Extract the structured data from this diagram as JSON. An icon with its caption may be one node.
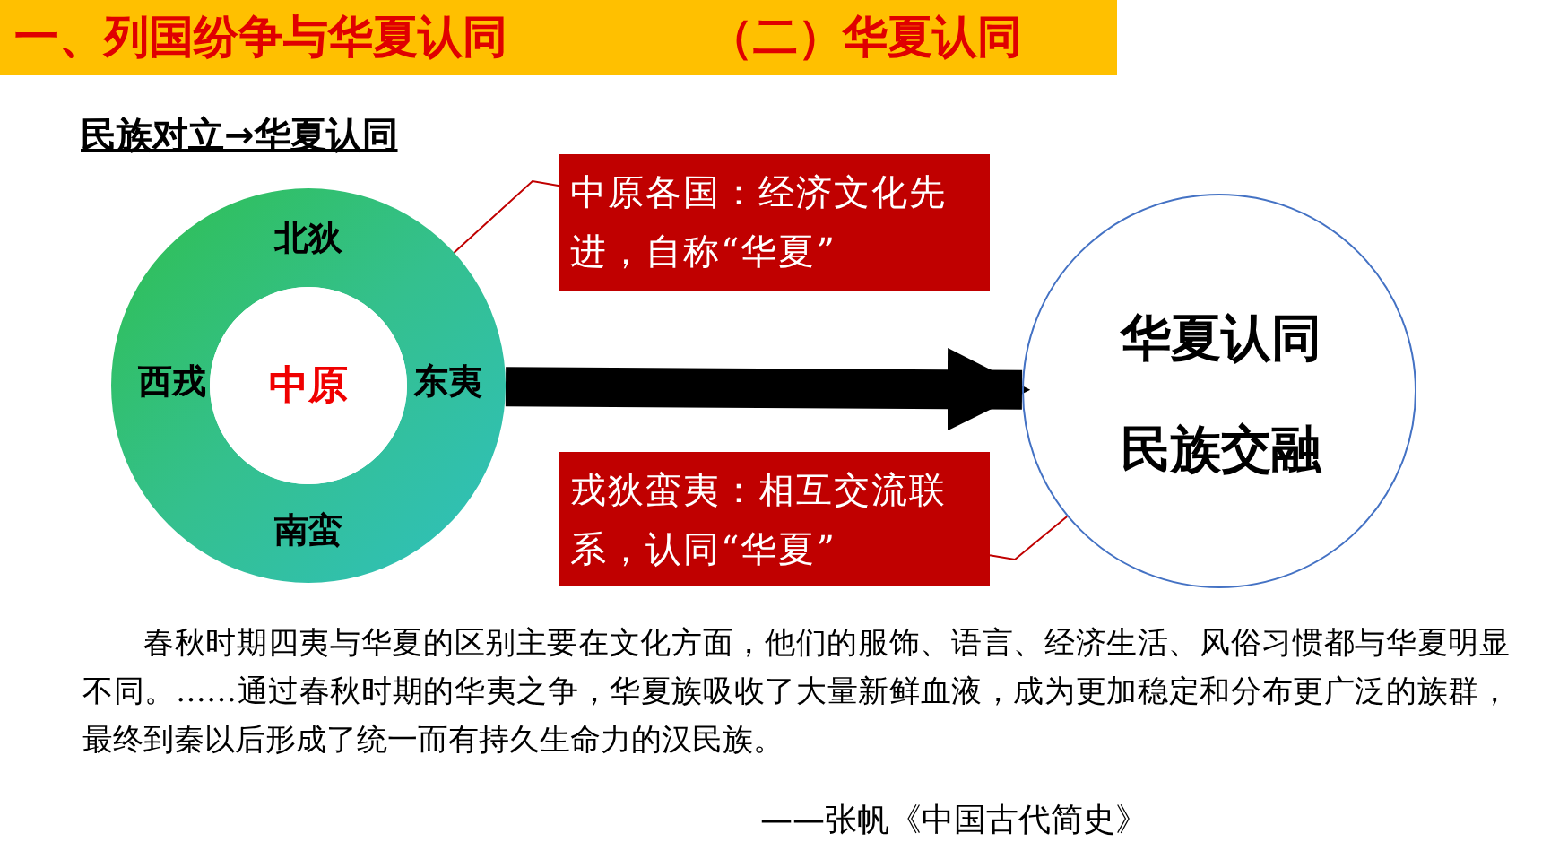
{
  "diagram": {
    "title": "一、列国纷争与华夏认同",
    "nodes": [
      {
        "text": [
          "北狄",
          "西戎",
          "东夷",
          "南蛮"
        ]
      },
      {
        "text": [
          "中原"
        ],
        "in": 0
      },
      {
        "text": [
          "中原各国：经济文化先进，自称“华夏”"
        ]
      },
      {
        "text": [
          "戎狄蛮夷：相互交流联系，认同“华夏”"
        ]
      },
      {
        "text": [
          "华夏认同",
          "民族交融"
        ]
      }
    ],
    "edges": [
      {
        "from": 1,
        "to": 2,
        "arrow": "none"
      },
      {
        "from": 0,
        "to": 4,
        "arrow": "to",
        "style": "thick",
        "color": "#000000"
      },
      {
        "from": 3,
        "to": 4,
        "arrow": "none"
      }
    ],
    "labels": [
      "（二）华夏认同",
      "民族对立→华夏认同",
      "春秋时期四夷与华夏的区别主要在文化方面，他们的服饰、语言、经济生活、风俗习惯都与华夏明显不同。……通过春秋时期的华夷之争，华夏族吸收了大量新鲜血液，成为更加稳定和分布更广泛的族群，最终到秦以后形成了统一而有持久生命力的汉民族。",
      "——张帆《中国古代简史》"
    ]
  }
}
